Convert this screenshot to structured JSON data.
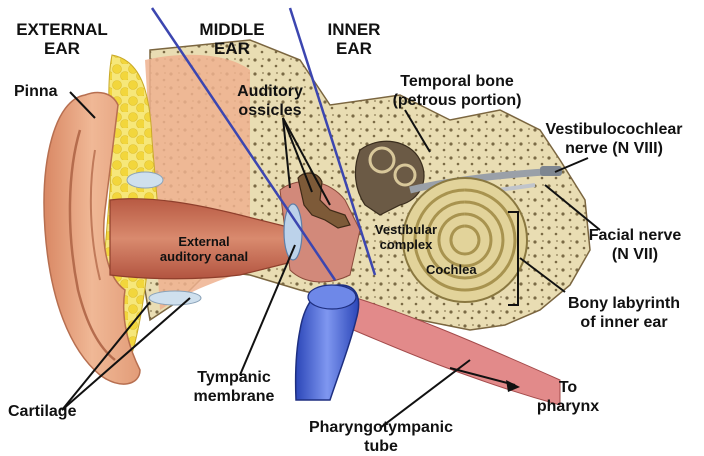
{
  "sections": {
    "external": "EXTERNAL\nEAR",
    "middle": "MIDDLE\nEAR",
    "inner": "INNER\nEAR"
  },
  "labels": {
    "pinna": "Pinna",
    "auditory_ossicles": "Auditory\nossicles",
    "temporal_bone": "Temporal bone\n(petrous portion)",
    "vestibulocochlear": "Vestibulocochlear\nnerve (N VIII)",
    "facial_nerve": "Facial nerve\n(N VII)",
    "external_canal": "External\nauditory canal",
    "vestibular_complex": "Vestibular\ncomplex",
    "cochlea": "Cochlea",
    "bony_labyrinth": "Bony labyrinth\nof inner ear",
    "cartilage": "Cartilage",
    "tympanic": "Tympanic\nmembrane",
    "pharyngotympanic": "Pharyngotympanic\ntube",
    "to_pharynx": "To\npharynx"
  },
  "colors": {
    "skin": "#e7a27f",
    "canal": "#c8674e",
    "bone": "#e8dcb2",
    "fat": "#f3e04e",
    "cochlea": "#ddd09a",
    "tube": "#3f5fd1",
    "divider": "#3c46b0",
    "ossicle": "#6b4a2e"
  }
}
